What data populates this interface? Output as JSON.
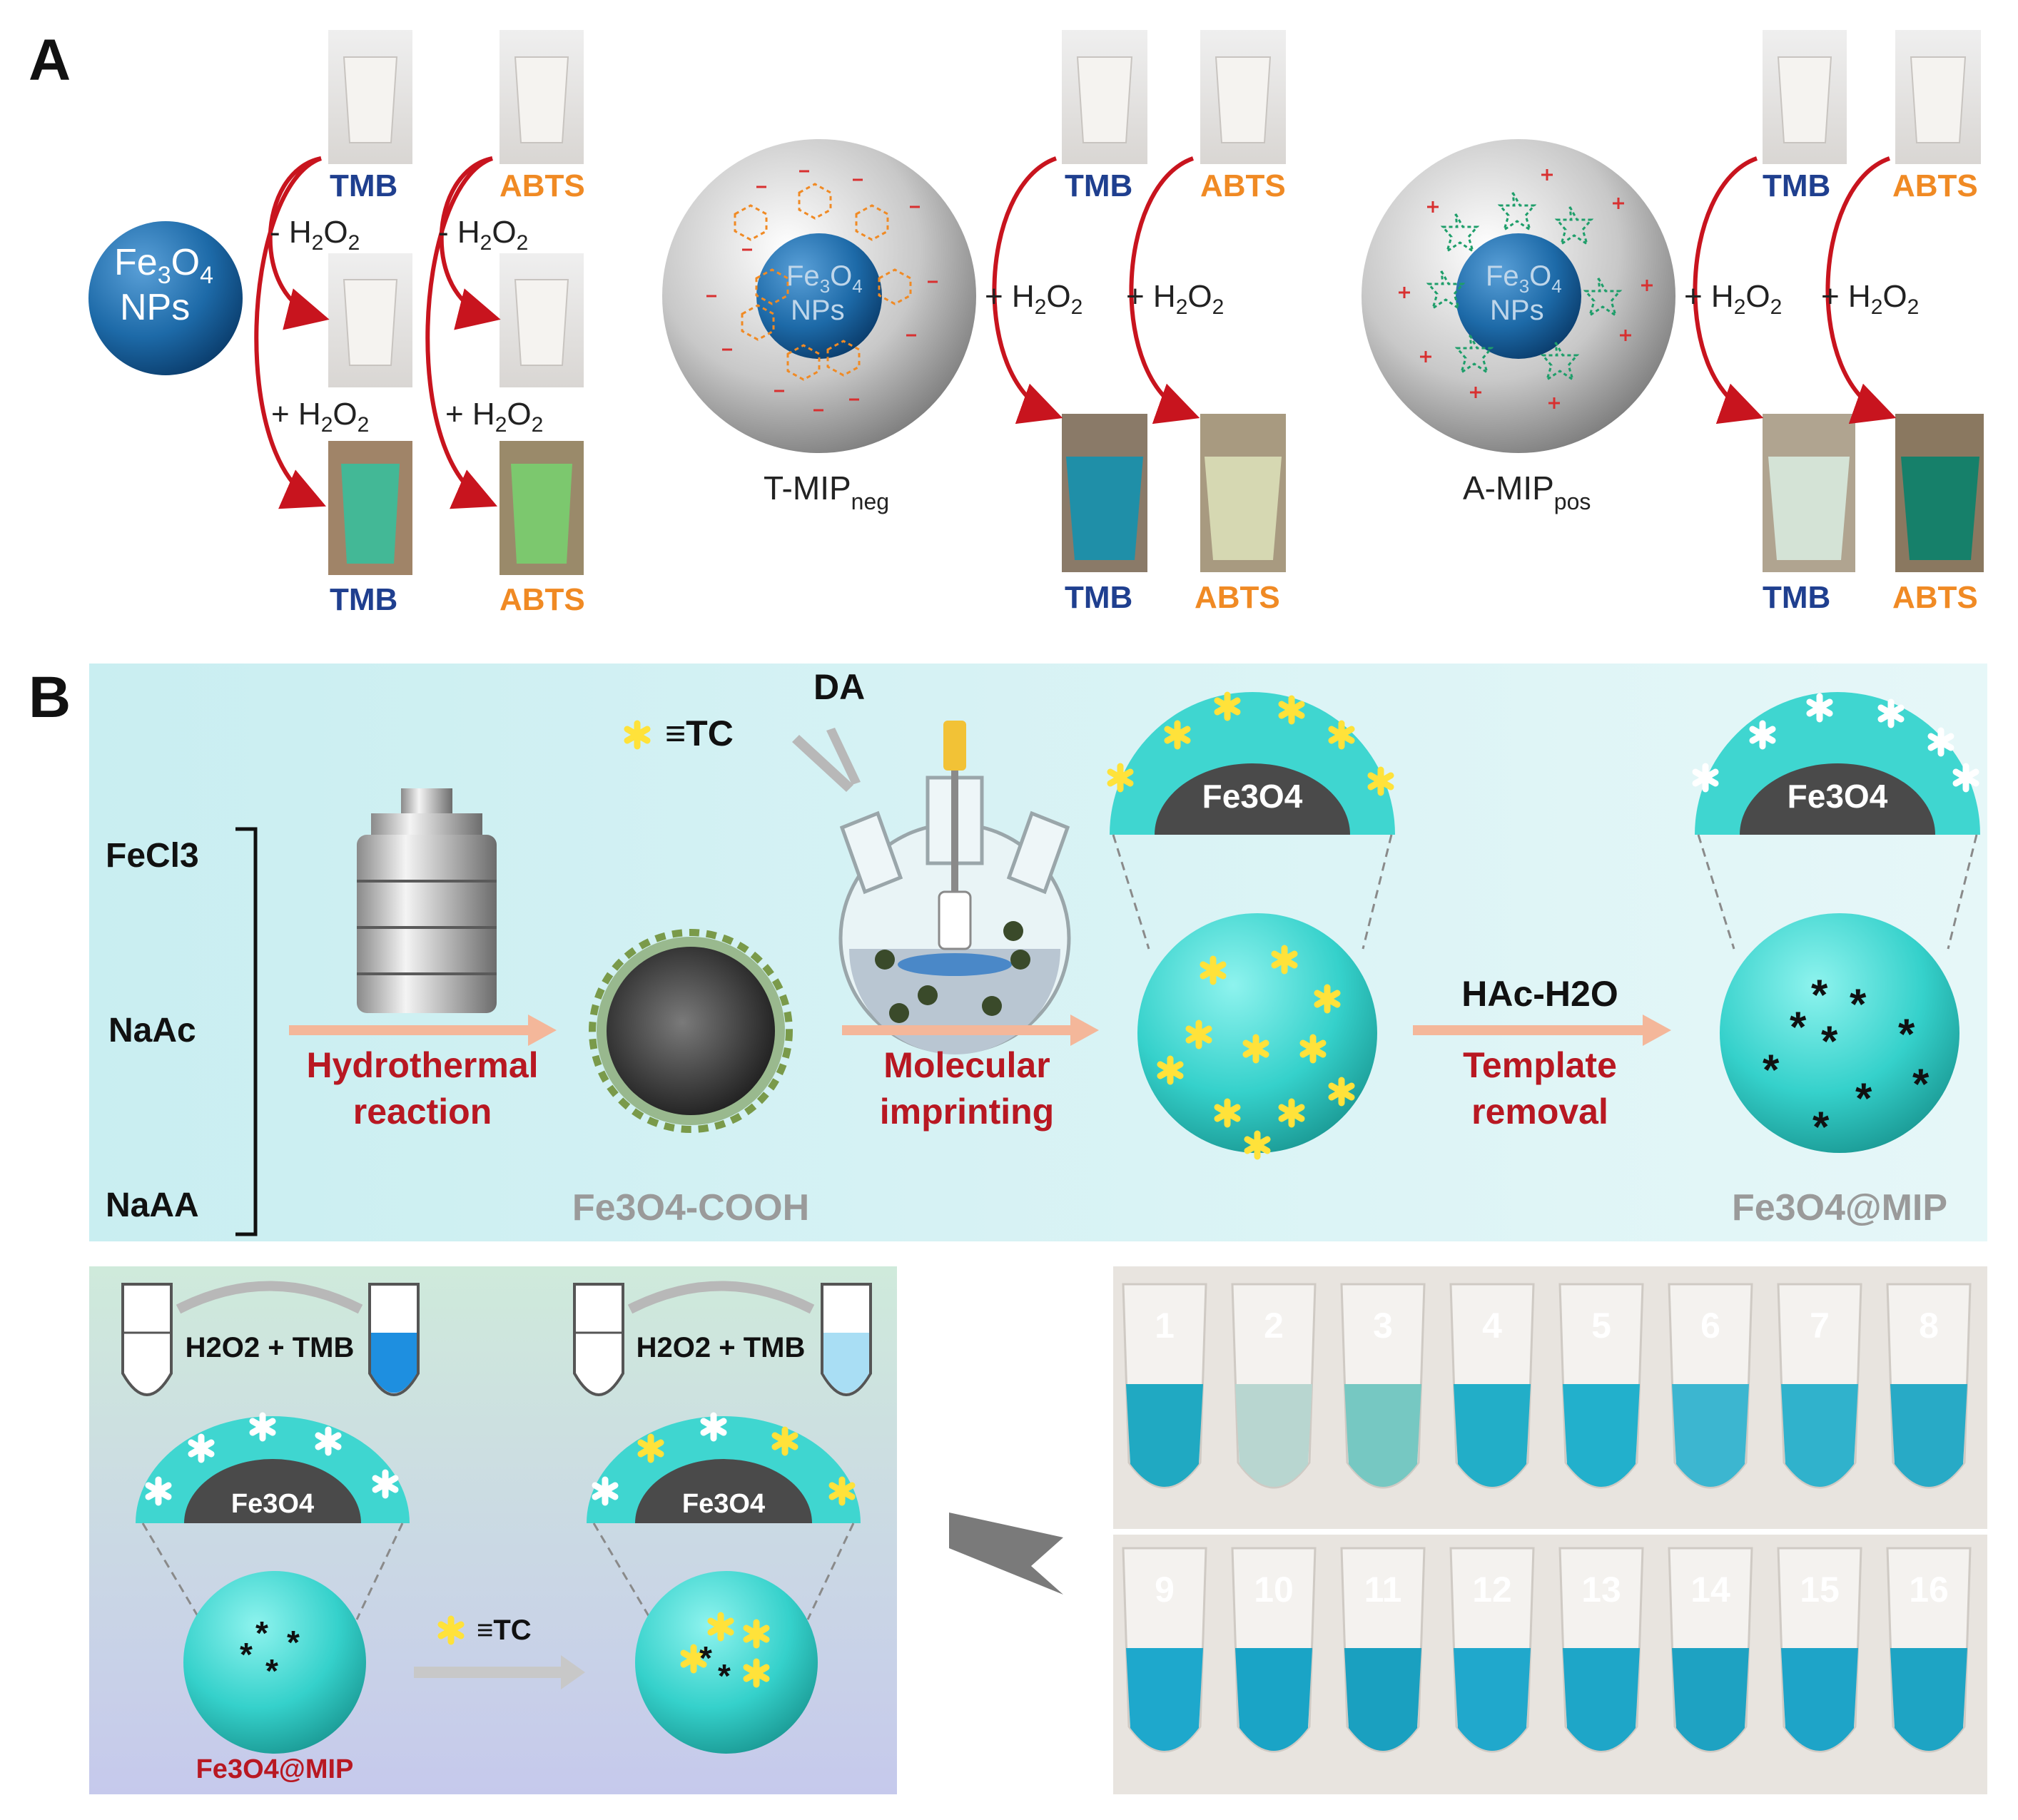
{
  "panelA": {
    "label": "A",
    "tmb": "TMB",
    "abts": "ABTS",
    "minus_h2o2": "- H",
    "plus_h2o2": "+ H",
    "h": "H",
    "sub2": "2",
    "o": "O",
    "fe": "Fe",
    "sub3": "3",
    "sub4": "4",
    "nps": "NPs",
    "tmip_main": "T-MIP",
    "tmip_sub": "neg",
    "amip_main": "A-MIP",
    "amip_sub": "pos",
    "colors": {
      "tmb": "#1f3f8f",
      "abts": "#f08a24",
      "arrow": "#c8141e"
    }
  },
  "panelB": {
    "label": "B",
    "reagents": [
      "FeCl3",
      "NaAc",
      "NaAA"
    ],
    "hydro1": "Hydrothermal",
    "hydro2": "reaction",
    "mol1": "Molecular",
    "mol2": "imprinting",
    "tmpl1": "Template",
    "tmpl2": "removal",
    "hac": "HAc-H2O",
    "da": "DA",
    "tc_eq": "≡TC",
    "fe3o4": "Fe3O4",
    "fe3o4_cooh": "Fe3O4-COOH",
    "fe3o4_mip": "Fe3O4@MIP",
    "h2o2_tmb": "H2O2 + TMB",
    "tube_numbers": [
      "1",
      "2",
      "3",
      "4",
      "5",
      "6",
      "7",
      "8",
      "9",
      "10",
      "11",
      "12",
      "13",
      "14",
      "15",
      "16"
    ],
    "colors": {
      "red": "#b81822",
      "teal": "#3fd6d0",
      "gray": "#9a9a9a",
      "arrow": "#f4b79a"
    }
  }
}
